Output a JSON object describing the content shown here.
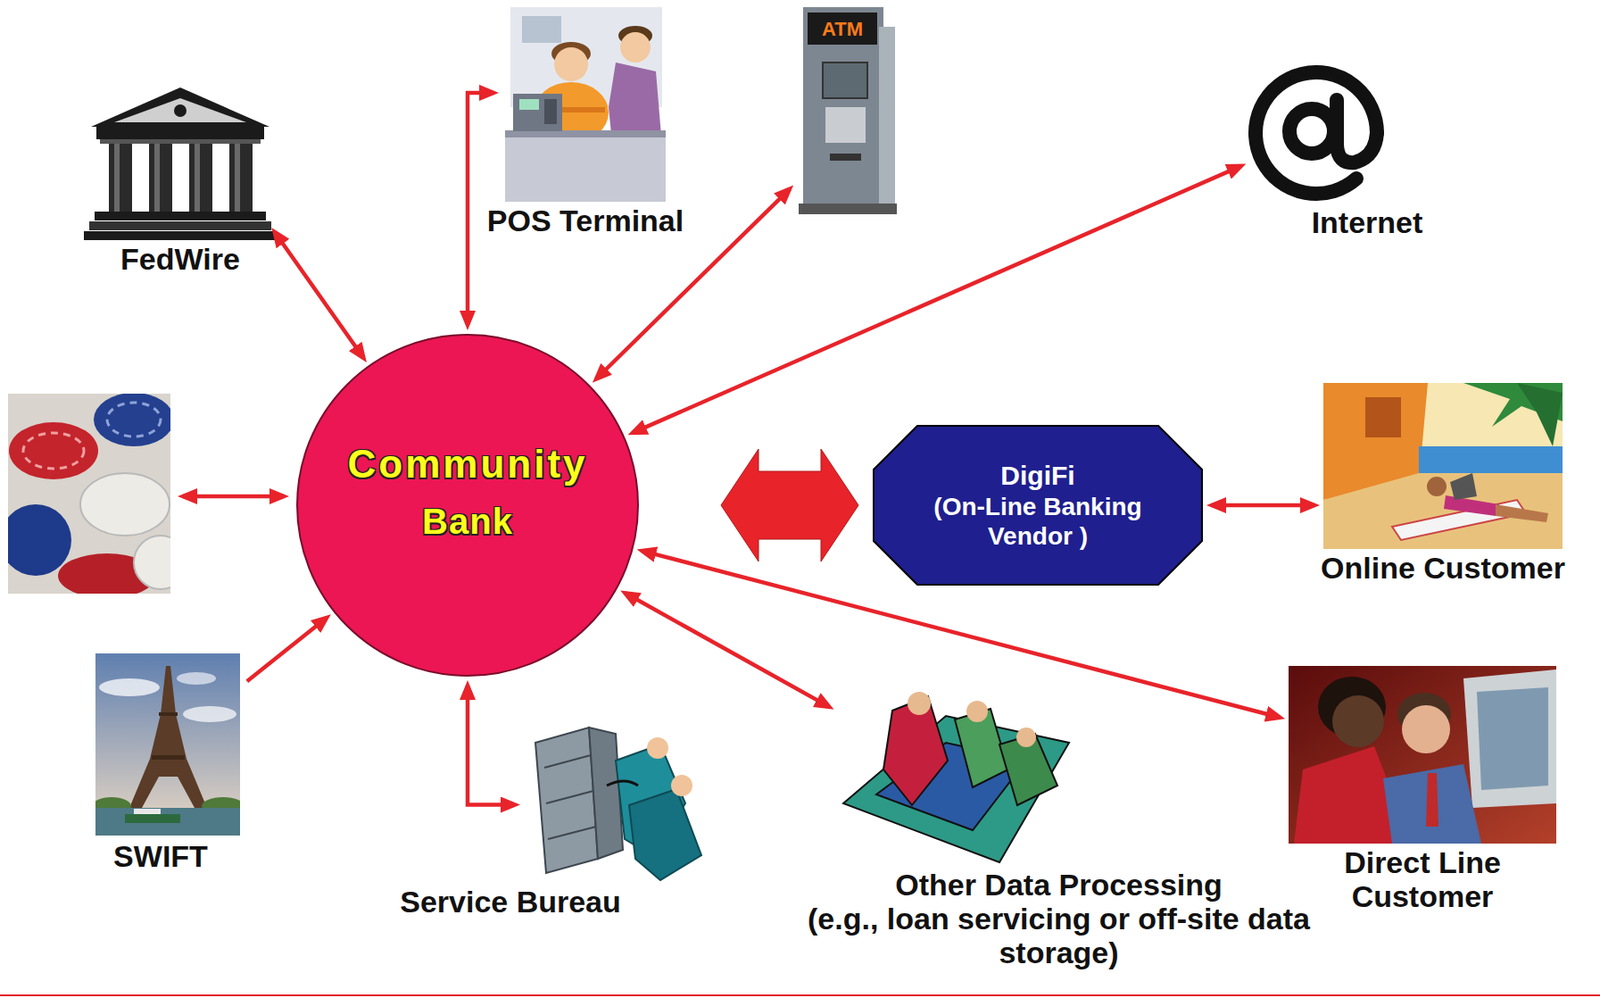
{
  "diagram": {
    "nodes": [
      {
        "text": [
          "FedWire"
        ]
      },
      {
        "text": [
          "POS Terminal"
        ]
      },
      {
        "text": [
          "ATM"
        ]
      },
      {
        "text": [
          "Internet"
        ]
      },
      {
        "text": [
          "Community",
          "Bank"
        ]
      },
      {
        "text": [
          "DigiFi",
          "(On-Line Banking Vendor )"
        ]
      },
      {
        "text": [
          "Online Customer"
        ]
      },
      {
        "text": [
          "SWIFT"
        ]
      },
      {
        "text": [
          "Service Bureau"
        ]
      },
      {
        "text": [
          "Other Data Processing",
          "(e.g., loan servicing or off-site data storage)"
        ]
      },
      {
        "text": [
          "Direct Line Customer"
        ]
      }
    ],
    "edges": [
      {
        "from": 4,
        "to": 0,
        "arrow": "both"
      },
      {
        "from": 4,
        "to": 1,
        "arrow": "both"
      },
      {
        "from": 4,
        "to": 2,
        "arrow": "both"
      },
      {
        "from": 4,
        "to": 3,
        "arrow": "both"
      },
      {
        "from": 4,
        "to": 5,
        "arrow": "both"
      },
      {
        "from": 5,
        "to": 6,
        "arrow": "both"
      },
      {
        "from": 7,
        "to": 4,
        "arrow": "to"
      },
      {
        "from": 4,
        "to": 8,
        "arrow": "both"
      },
      {
        "from": 4,
        "to": 9,
        "arrow": "both"
      },
      {
        "from": 4,
        "to": 10,
        "arrow": "both"
      }
    ]
  }
}
